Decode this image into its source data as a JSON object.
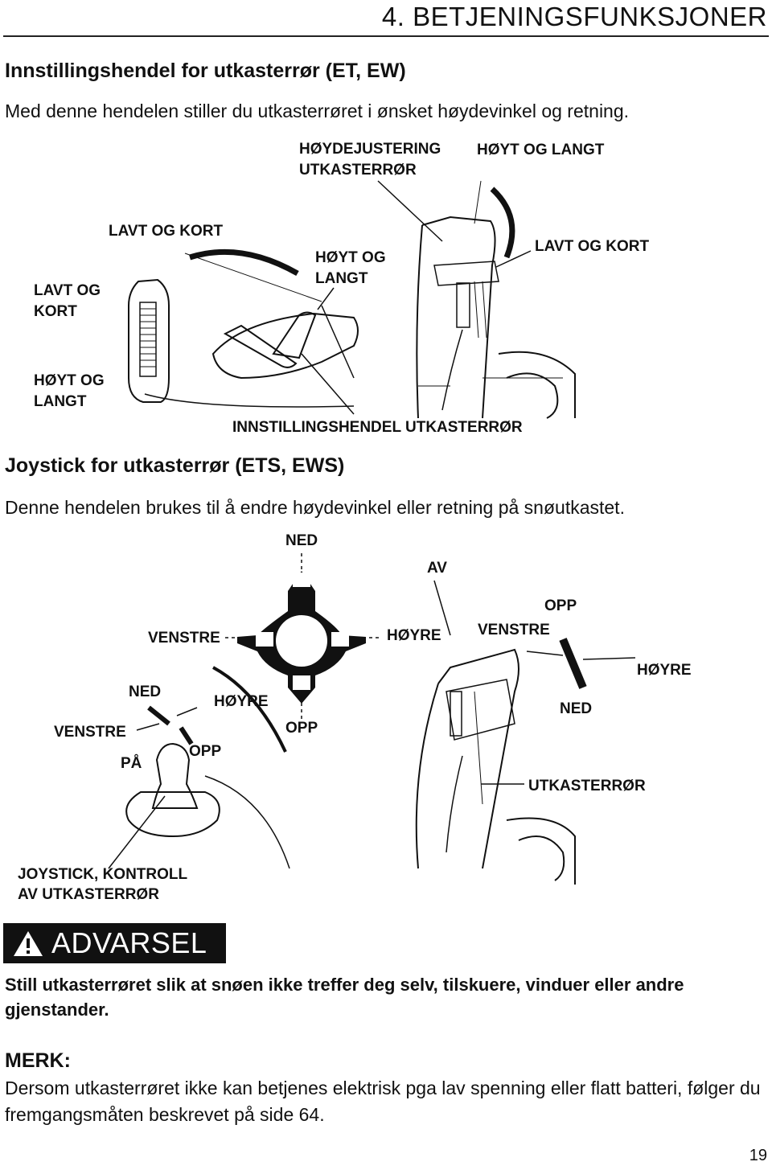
{
  "header": {
    "section_title": "4. BETJENINGSFUNKSJONER"
  },
  "section1": {
    "heading": "Innstillingshendel for utkasterrør (ET, EW)",
    "intro": "Med denne hendelen stiller du utkasterrøret i ønsket høydevinkel og retning.",
    "labels": {
      "height_adjust_1": "HØYDEJUSTERING",
      "height_adjust_2": "UTKASTERRØR",
      "high_long_top": "HØYT OG LANGT",
      "low_short_mid": "LAVT OG KORT",
      "low_short_left_1": "LAVT OG",
      "low_short_left_2": "KORT",
      "high_long_center_1": "HØYT OG",
      "high_long_center_2": "LANGT",
      "low_short_right": "LAVT OG KORT",
      "high_long_left_1": "HØYT OG",
      "high_long_left_2": "LANGT",
      "lever_caption": "INNSTILLINGSHENDEL UTKASTERRØR"
    }
  },
  "section2": {
    "heading": "Joystick for utkasterrør (ETS, EWS)",
    "intro": "Denne hendelen brukes til å endre høydevinkel eller retning på snøutkastet.",
    "labels": {
      "ned_top": "NED",
      "av": "AV",
      "opp_right": "OPP",
      "venstre_dial": "VENSTRE",
      "hoyre_dial": "HØYRE",
      "venstre_chute": "VENSTRE",
      "hoyre_chute": "HØYRE",
      "ned_left": "NED",
      "hoyre_left": "HØYRE",
      "ned_chute": "NED",
      "venstre_left": "VENSTRE",
      "opp_dial": "OPP",
      "pa": "PÅ",
      "opp_left": "OPP",
      "utkasterror": "UTKASTERRØR",
      "joystick_caption_1": "JOYSTICK, KONTROLL",
      "joystick_caption_2": "AV UTKASTERRØR"
    }
  },
  "warning": {
    "label": "ADVARSEL",
    "text": "Still utkasterrøret slik at snøen ikke treffer deg selv, tilskuere, vinduer eller andre gjenstander."
  },
  "note": {
    "label": "MERK:",
    "text": "Dersom utkasterrøret ikke kan betjenes elektrisk pga lav spenning eller flatt batteri, følger du fremgangsmåten beskrevet på side 64."
  },
  "page_number": "19"
}
